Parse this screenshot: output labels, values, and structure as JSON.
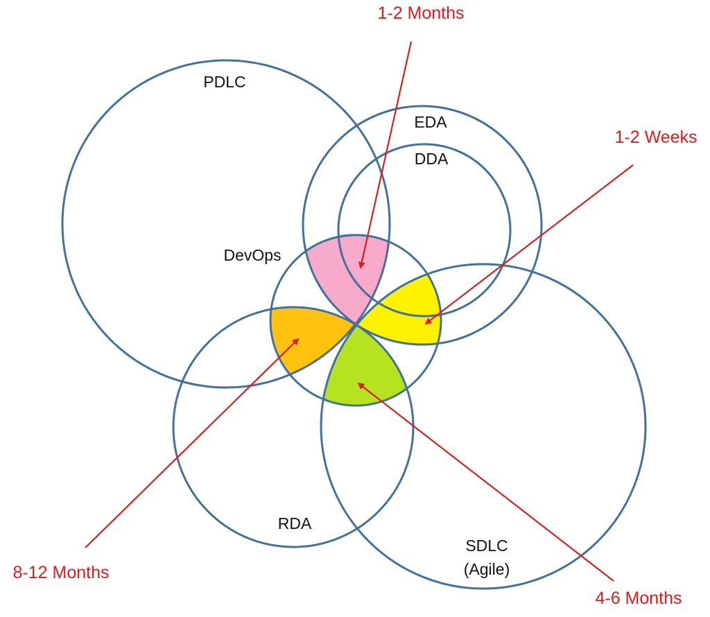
{
  "circles": {
    "pdlc": "PDLC",
    "eda": "EDA",
    "dda": "DDA",
    "devops": "DevOps",
    "rda": "RDA",
    "sdlc_line1": "SDLC",
    "sdlc_line2": "(Agile)"
  },
  "annotations": {
    "top": "1-2 Months",
    "right": "1-2 Weeks",
    "left_bottom": "8-12 Months",
    "right_bottom": "4-6 Months"
  },
  "colors": {
    "circle_stroke": "#41719c",
    "arrow": "#e01b1b",
    "region_pink": "#f7aac9",
    "region_yellow": "#fff200",
    "region_orange": "#ffc20e",
    "region_green": "#b5e31f"
  }
}
